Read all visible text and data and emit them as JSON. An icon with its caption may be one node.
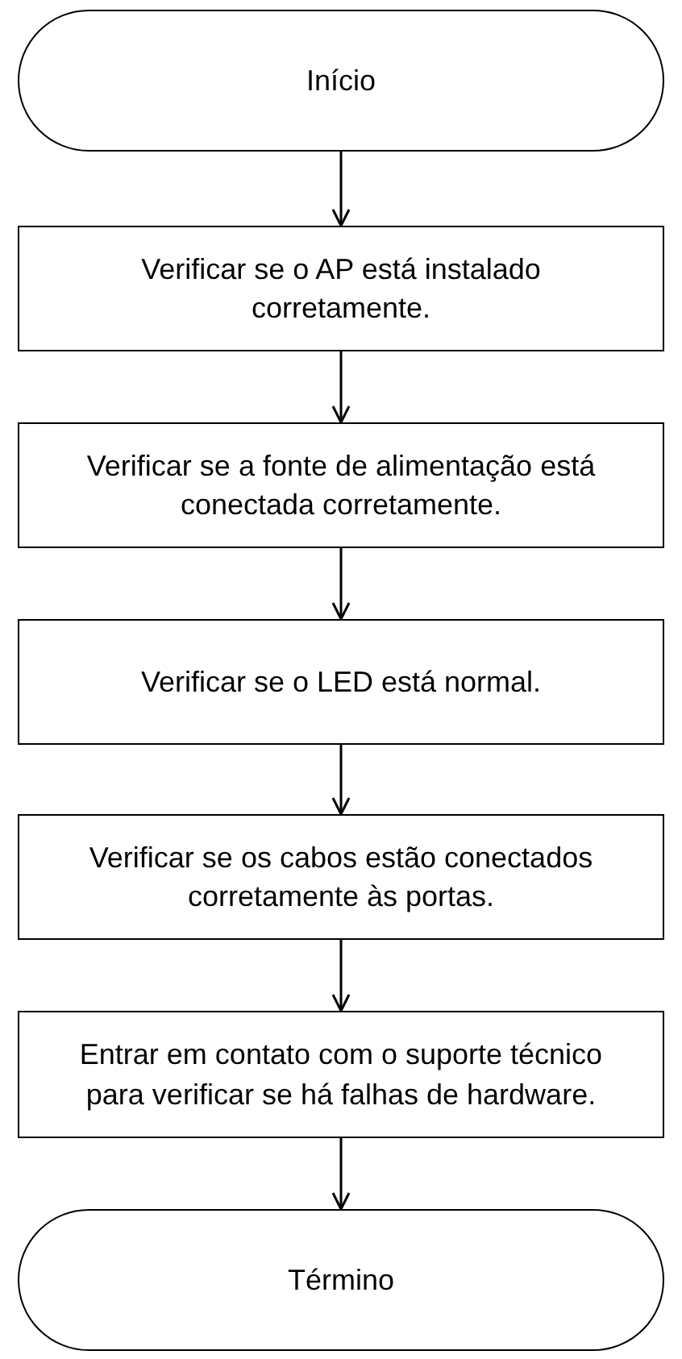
{
  "diagram": {
    "nodes": [
      {
        "text": [
          "Início"
        ]
      },
      {
        "text": [
          "Verificar se o AP está instalado corretamente."
        ]
      },
      {
        "text": [
          "Verificar se a fonte de alimentação está conectada corretamente."
        ]
      },
      {
        "text": [
          "Verificar se o LED está normal."
        ]
      },
      {
        "text": [
          "Verificar se os cabos estão conectados corretamente às portas."
        ]
      },
      {
        "text": [
          "Entrar em contato com o suporte técnico para verificar se há falhas de hardware."
        ]
      },
      {
        "text": [
          "Término"
        ]
      }
    ],
    "edges": [
      {
        "from": 0,
        "to": 1,
        "arrow": "to"
      },
      {
        "from": 1,
        "to": 2,
        "arrow": "to"
      },
      {
        "from": 2,
        "to": 3,
        "arrow": "to"
      },
      {
        "from": 3,
        "to": 4,
        "arrow": "to"
      },
      {
        "from": 4,
        "to": 5,
        "arrow": "to"
      },
      {
        "from": 5,
        "to": 6,
        "arrow": "to"
      }
    ]
  }
}
